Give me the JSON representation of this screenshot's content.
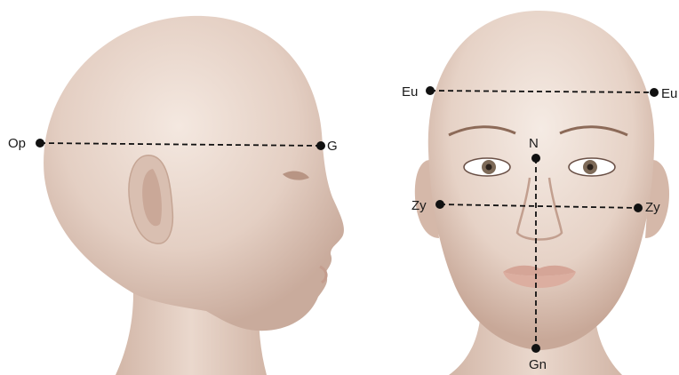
{
  "landmarks": {
    "op": "Op",
    "g": "G",
    "eu_left": "Eu",
    "eu_right": "Eu",
    "n": "N",
    "zy_left": "Zy",
    "zy_right": "Zy",
    "gn": "Gn"
  },
  "colors": {
    "skin_light": "#f1e3da",
    "skin_mid": "#e2cabe",
    "skin_shadow": "#c9ab9c",
    "line": "#111111",
    "background": "#ffffff"
  }
}
